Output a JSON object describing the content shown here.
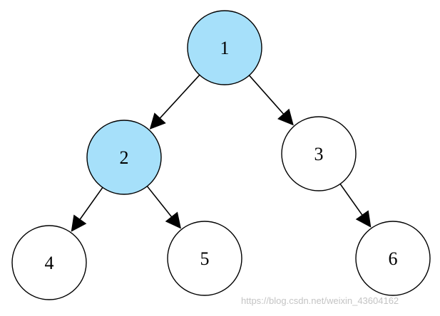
{
  "colors": {
    "highlight_fill": "#a6e0fa",
    "normal_fill": "#ffffff",
    "stroke": "#000000"
  },
  "tree": {
    "nodes": [
      {
        "id": "1",
        "label": "1",
        "highlighted": true
      },
      {
        "id": "2",
        "label": "2",
        "highlighted": true
      },
      {
        "id": "3",
        "label": "3",
        "highlighted": false
      },
      {
        "id": "4",
        "label": "4",
        "highlighted": false
      },
      {
        "id": "5",
        "label": "5",
        "highlighted": false
      },
      {
        "id": "6",
        "label": "6",
        "highlighted": false
      }
    ],
    "edges": [
      {
        "from": "1",
        "to": "2"
      },
      {
        "from": "1",
        "to": "3"
      },
      {
        "from": "2",
        "to": "4"
      },
      {
        "from": "2",
        "to": "5"
      },
      {
        "from": "3",
        "to": "6"
      }
    ]
  },
  "watermark": {
    "text": "https://blog.csdn.net/weixin_43604162"
  }
}
